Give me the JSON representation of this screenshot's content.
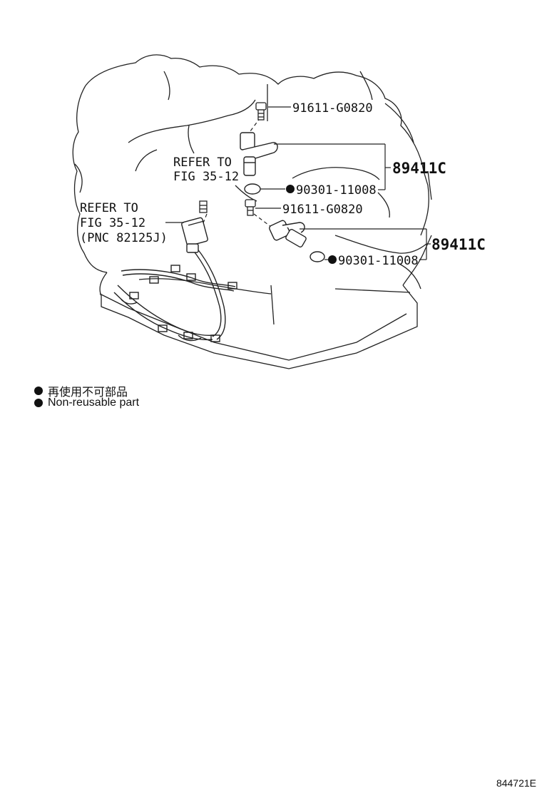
{
  "callouts": {
    "bolt_upper": "91611-G0820",
    "sensor_upper": "89411C",
    "oring_upper": "90301-11008",
    "bolt_lower": "91611-G0820",
    "sensor_lower": "89411C",
    "oring_lower": "90301-11008",
    "refer_upper": [
      "REFER TO",
      "FIG 35-12"
    ],
    "refer_left": [
      "REFER TO",
      "FIG 35-12",
      "(PNC 82125J)"
    ]
  },
  "legend": {
    "jp": "再使用不可部品",
    "en": "Non-reusable part"
  },
  "figure_id": "844721E"
}
